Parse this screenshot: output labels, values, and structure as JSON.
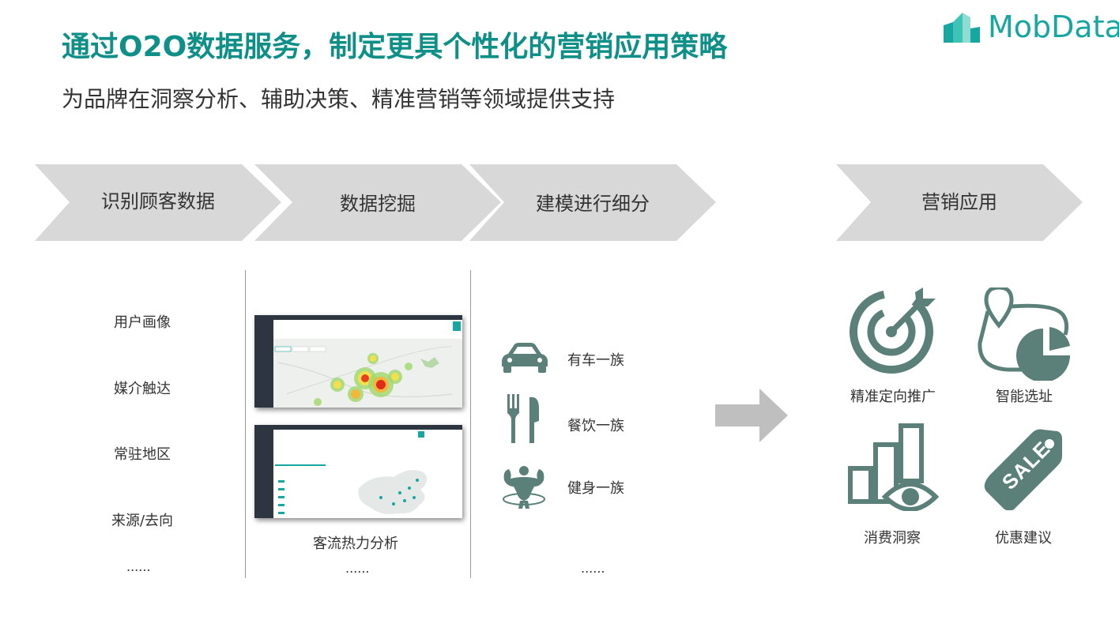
{
  "header": {
    "title": "通过O2O数据服务，制定更具个性化的营销应用策略",
    "subtitle": "为品牌在洞察分析、辅助决策、精准营销等领域提供支持",
    "logo_text": "MobData"
  },
  "flow_steps": [
    {
      "label": "识别顾客数据"
    },
    {
      "label": "数据挖掘"
    },
    {
      "label": "建模进行细分"
    },
    {
      "label": "营销应用"
    }
  ],
  "customer_data": {
    "items": [
      "用户画像",
      "媒介触达",
      "常驻地区",
      "来源/去向"
    ],
    "more": "......"
  },
  "mining": {
    "caption": "客流热力分析",
    "more": "......"
  },
  "segments": {
    "items": [
      {
        "label": "有车一族",
        "icon": "car-icon"
      },
      {
        "label": "餐饮一族",
        "icon": "fork-knife-icon"
      },
      {
        "label": "健身一族",
        "icon": "fitness-icon"
      }
    ],
    "more": "......"
  },
  "applications": {
    "items": [
      {
        "label": "精准定向推广",
        "icon": "target-icon"
      },
      {
        "label": "智能选址",
        "icon": "location-pie-icon"
      },
      {
        "label": "消费洞察",
        "icon": "bar-eye-icon"
      },
      {
        "label": "优惠建议",
        "icon": "sale-tag-icon"
      }
    ],
    "sale_text": "SALE"
  },
  "colors": {
    "title": "#0e8f87",
    "icon": "#5a8079",
    "chevron": "#d8d8d8",
    "logo": "#17a6a0"
  }
}
